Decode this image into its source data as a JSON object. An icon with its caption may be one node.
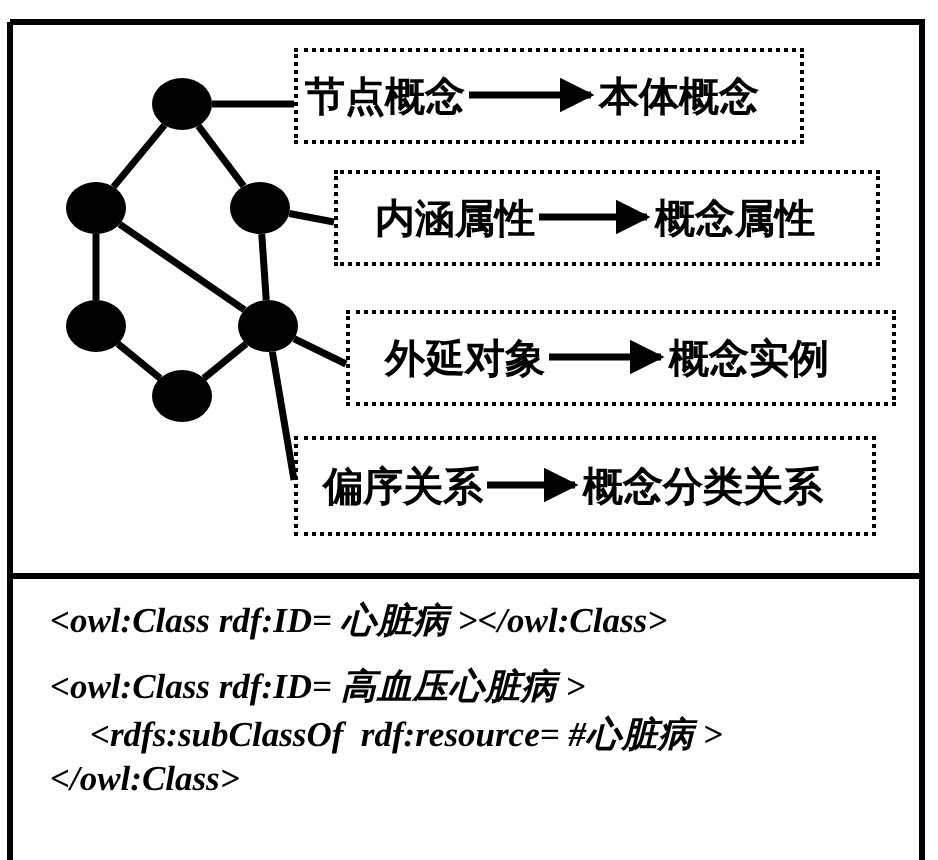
{
  "diagram": {
    "nodes": [
      {
        "text": [],
        "shape": "circle"
      },
      {
        "text": [],
        "shape": "circle"
      },
      {
        "text": [],
        "shape": "circle"
      },
      {
        "text": [],
        "shape": "circle"
      },
      {
        "text": [],
        "shape": "circle"
      },
      {
        "text": [],
        "shape": "circle"
      },
      {
        "text": [],
        "shape": "box"
      },
      {
        "text": [
          "节点概念"
        ],
        "in": 6
      },
      {
        "text": [
          "本体概念"
        ],
        "in": 6
      },
      {
        "text": [],
        "shape": "box"
      },
      {
        "text": [
          "内涵属性"
        ],
        "in": 9
      },
      {
        "text": [
          "概念属性"
        ],
        "in": 9
      },
      {
        "text": [],
        "shape": "box"
      },
      {
        "text": [
          "外延对象"
        ],
        "in": 12
      },
      {
        "text": [
          "概念实例"
        ],
        "in": 12
      },
      {
        "text": [],
        "shape": "box"
      },
      {
        "text": [
          "偏序关系"
        ],
        "in": 15
      },
      {
        "text": [
          "概念分类关系"
        ],
        "in": 15
      }
    ],
    "edges": [
      {
        "from": 0,
        "to": 1,
        "arrow": "none"
      },
      {
        "from": 0,
        "to": 2,
        "arrow": "none"
      },
      {
        "from": 1,
        "to": 3,
        "arrow": "none"
      },
      {
        "from": 1,
        "to": 4,
        "arrow": "none"
      },
      {
        "from": 2,
        "to": 4,
        "arrow": "none"
      },
      {
        "from": 3,
        "to": 5,
        "arrow": "none"
      },
      {
        "from": 5,
        "to": 4,
        "arrow": "none"
      },
      {
        "from": 0,
        "to": 6,
        "arrow": "none"
      },
      {
        "from": 2,
        "to": 9,
        "arrow": "none"
      },
      {
        "from": 4,
        "to": 12,
        "arrow": "none"
      },
      {
        "from": 4,
        "to": 15,
        "arrow": "none"
      },
      {
        "from": 7,
        "to": 8,
        "arrow": "to"
      },
      {
        "from": 10,
        "to": 11,
        "arrow": "to"
      },
      {
        "from": 13,
        "to": 14,
        "arrow": "to"
      },
      {
        "from": 16,
        "to": 17,
        "arrow": "to"
      }
    ],
    "labels": [
      "<owl:Class rdf:ID= 心脏病 ></owl:Class>",
      "<owl:Class rdf:ID= 高血压心脏病 >",
      "<rdfs:subClassOf  rdf:resource= #心脏病 >",
      "</owl:Class>"
    ]
  }
}
